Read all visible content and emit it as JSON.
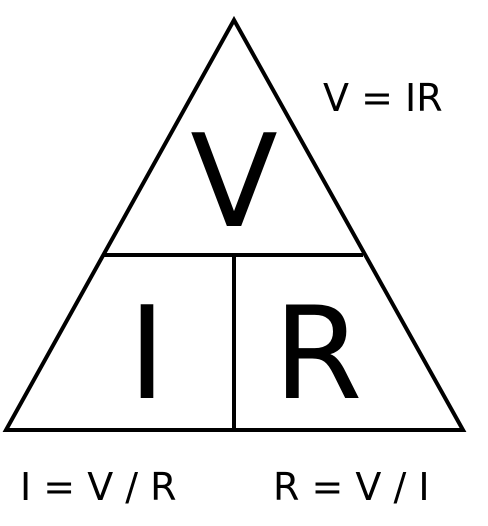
{
  "triangle": {
    "top_letter": "V",
    "bottom_left_letter": "I",
    "bottom_right_letter": "R"
  },
  "formulas": {
    "voltage": "V = IR",
    "current": "I = V / R",
    "resistance": "R = V / I"
  },
  "colors": {
    "stroke": "#000000",
    "text": "#000000",
    "background": "#ffffff"
  }
}
